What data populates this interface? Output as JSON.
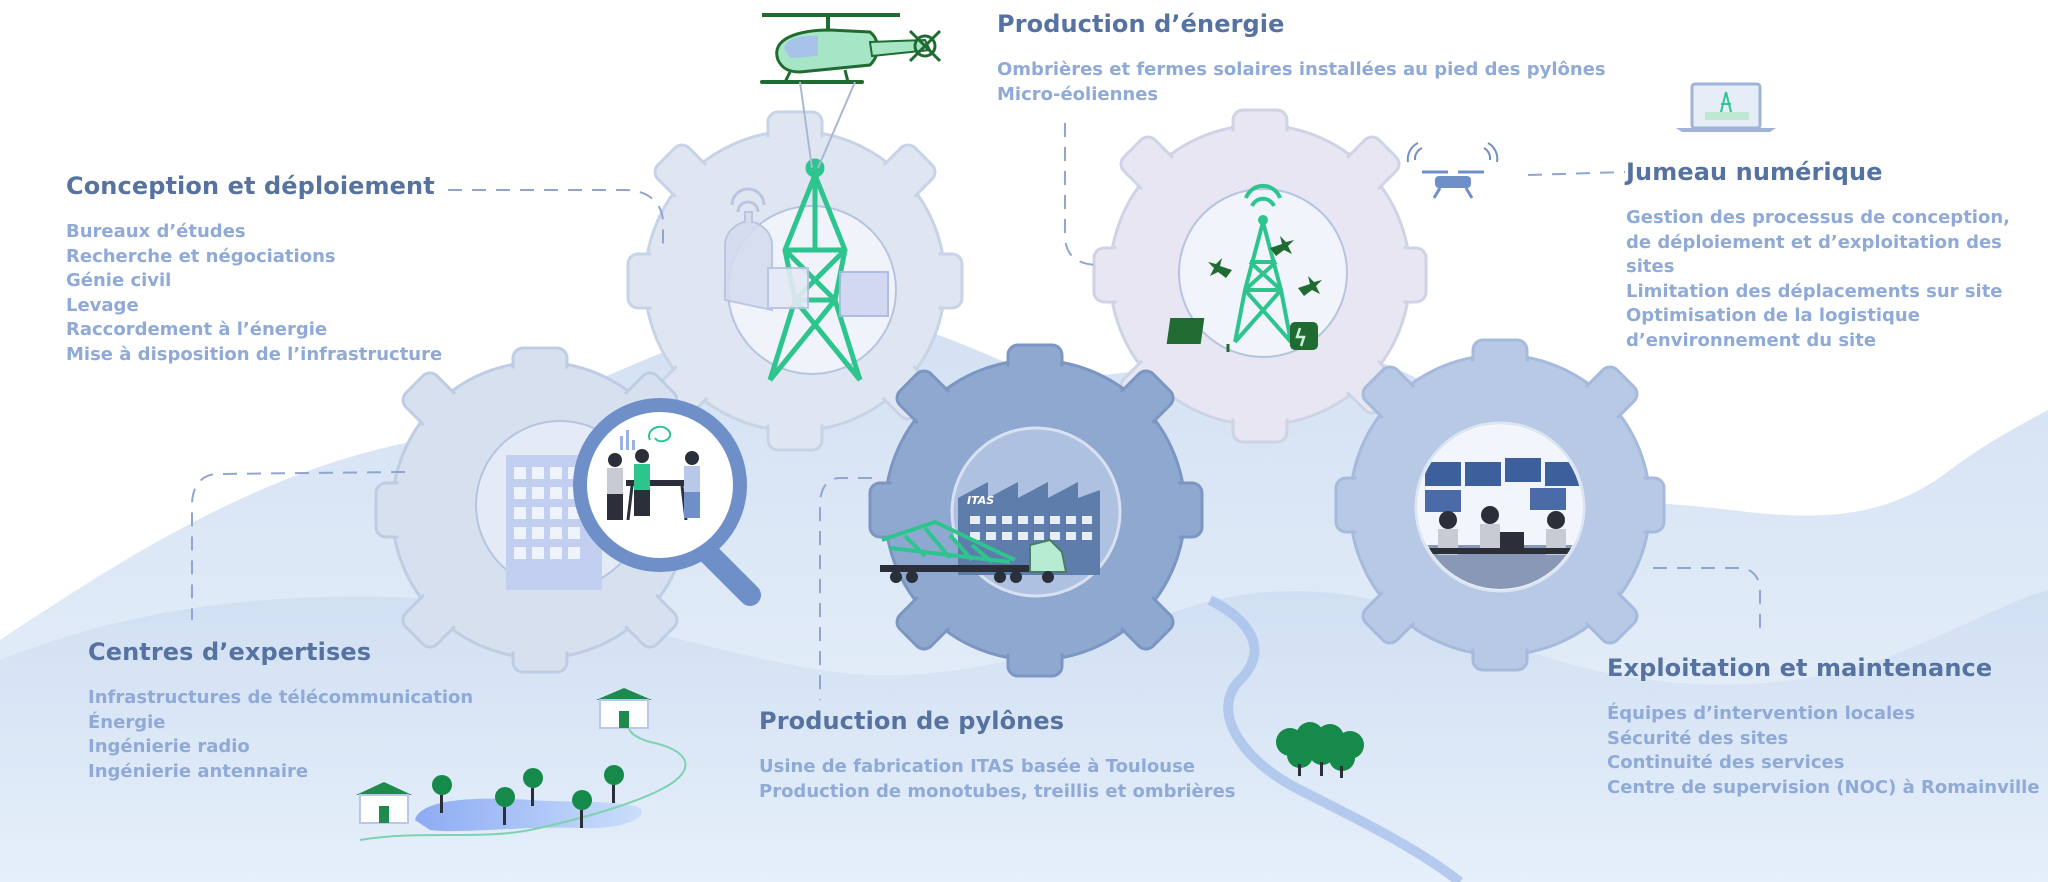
{
  "sections": {
    "conception": {
      "title": "Conception et déploiement",
      "items": [
        "Bureaux d’études",
        "Recherche et négociations",
        "Génie civil",
        "Levage",
        "Raccordement à l’énergie",
        "Mise à disposition de l’infrastructure"
      ]
    },
    "energie": {
      "title": "Production d’énergie",
      "items": [
        "Ombrières et fermes solaires installées au pied des pylônes",
        "Micro-éoliennes"
      ]
    },
    "jumeau": {
      "title": "Jumeau numérique",
      "items": [
        "Gestion des processus de conception,",
        "de déploiement et d’exploitation des",
        "sites",
        "Limitation des déplacements sur site",
        "Optimisation de la logistique",
        "d’environnement du site"
      ]
    },
    "expertises": {
      "title": "Centres d’expertises",
      "items": [
        "Infrastructures de télécommunication",
        "Énergie",
        "Ingénierie radio",
        "Ingénierie antennaire"
      ]
    },
    "pylones": {
      "title": "Production de pylônes",
      "items": [
        "Usine de fabrication ITAS basée à Toulouse",
        "Production de monotubes, treillis et ombrières"
      ]
    },
    "exploitation": {
      "title": "Exploitation et maintenance",
      "items": [
        "Équipes d’intervention locales",
        "Sécurité des sites",
        "Continuité des services",
        "Centre de supervision (NOC) à Romainville"
      ]
    }
  },
  "factory_logo": "ITAS",
  "colors": {
    "title": "#5672a0",
    "item": "#90aad8",
    "accent_green": "#2ec48e",
    "gear_light": "#e2e8f3",
    "gear_blue": "#b6c9e6",
    "gear_dark": "#7f9bc6",
    "background": "#dde9f7"
  }
}
